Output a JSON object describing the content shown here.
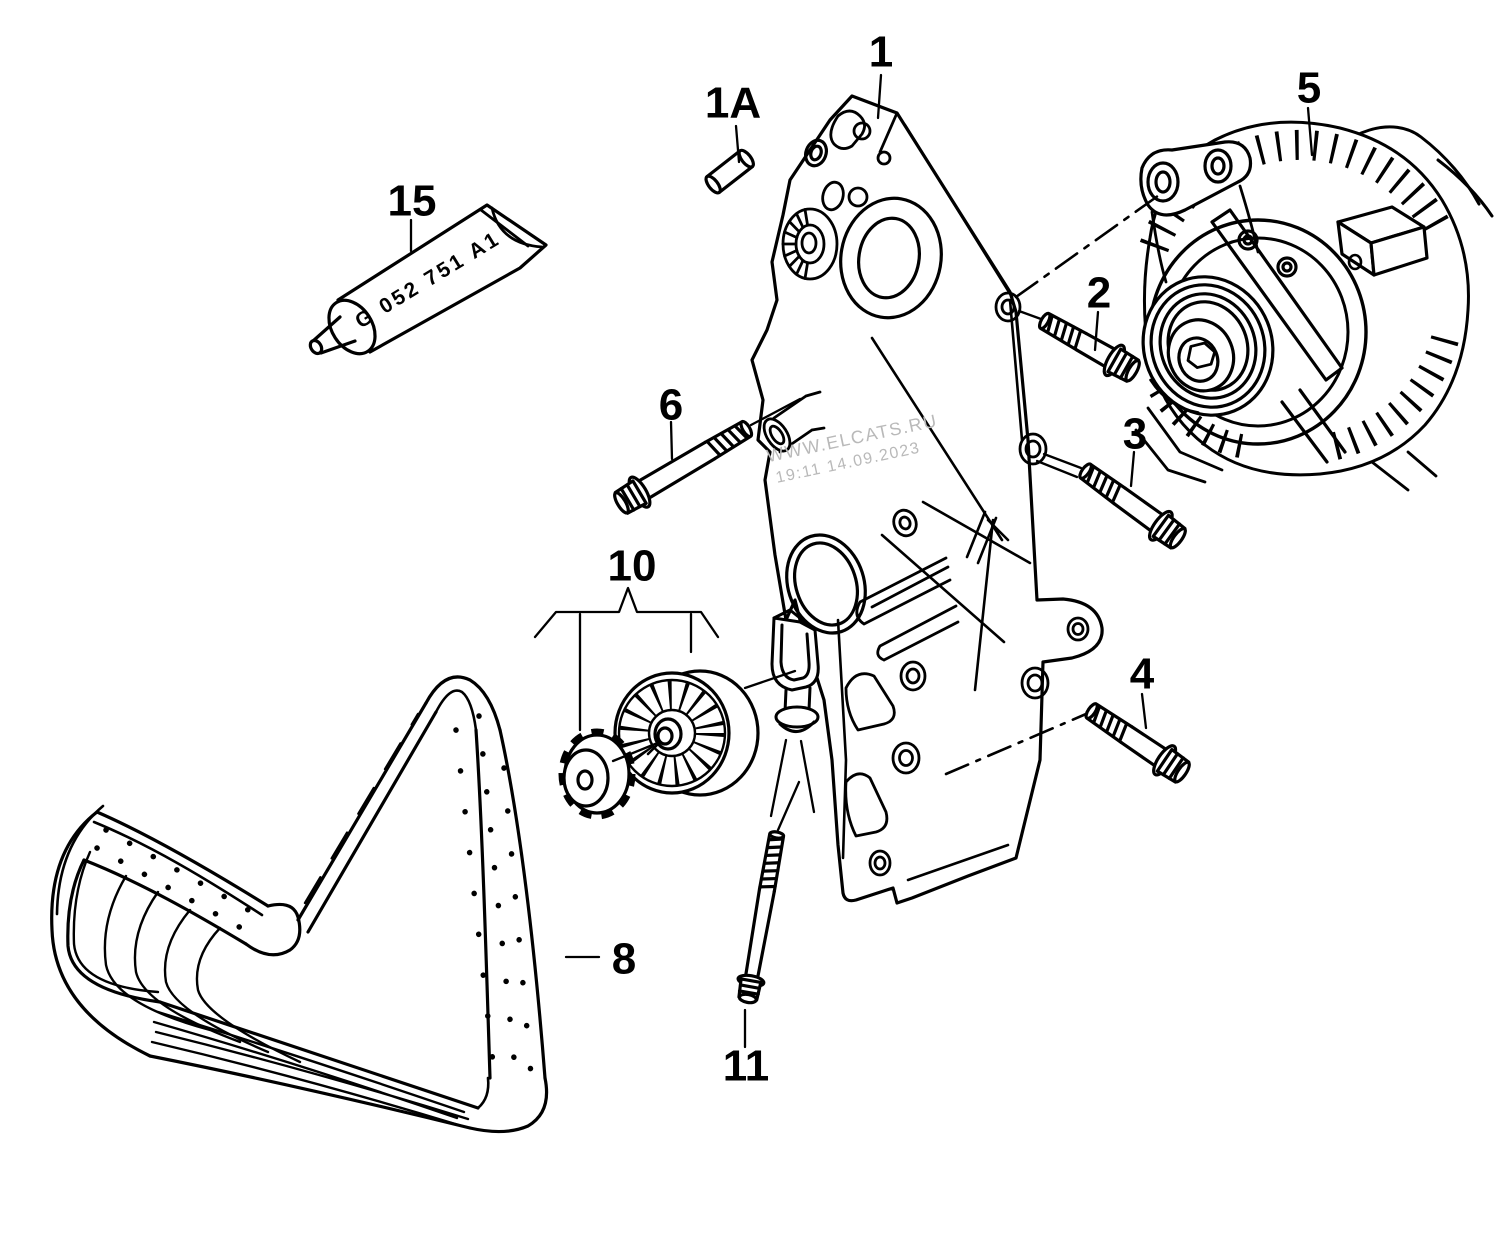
{
  "figure": {
    "callouts": {
      "c1": "1",
      "c1a": "1A",
      "c2": "2",
      "c3": "3",
      "c4": "4",
      "c5": "5",
      "c6": "6",
      "c8": "8",
      "c10": "10",
      "c11": "11",
      "c15": "15"
    },
    "sealant_tube_code": "G 052 751 A1",
    "watermark": {
      "line1": "WWW.ELCATS.RU",
      "line2": "19:11 14.09.2023"
    },
    "colors": {
      "line": "#000000",
      "watermark": "#b9b9b9",
      "background": "#ffffff"
    }
  }
}
